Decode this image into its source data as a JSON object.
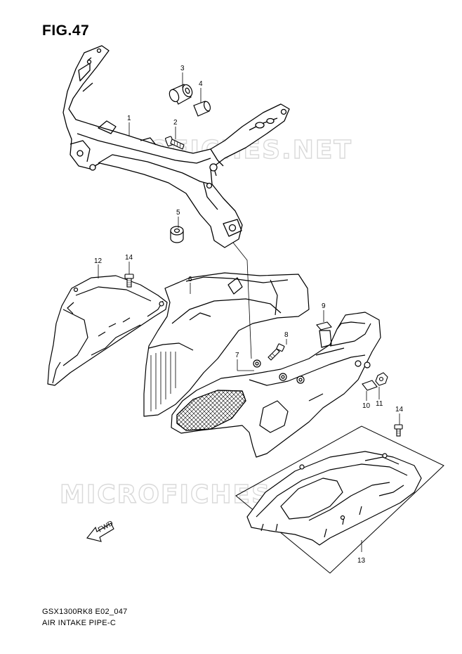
{
  "figure": {
    "title": "FIG.47",
    "model_code": "GSX1300RK8 E02_047",
    "section_name": "AIR INTAKE PIPE-C"
  },
  "watermarks": [
    "MICROFICHES.NET",
    "MICROFICHES.NET"
  ],
  "fwd_label": "FWD",
  "callouts": [
    "1",
    "2",
    "3",
    "4",
    "5",
    "6",
    "7",
    "8",
    "9",
    "10",
    "11",
    "12",
    "13",
    "14",
    "14"
  ],
  "colors": {
    "line": "#000000",
    "watermark": "#d9d9d9",
    "background": "#ffffff"
  }
}
